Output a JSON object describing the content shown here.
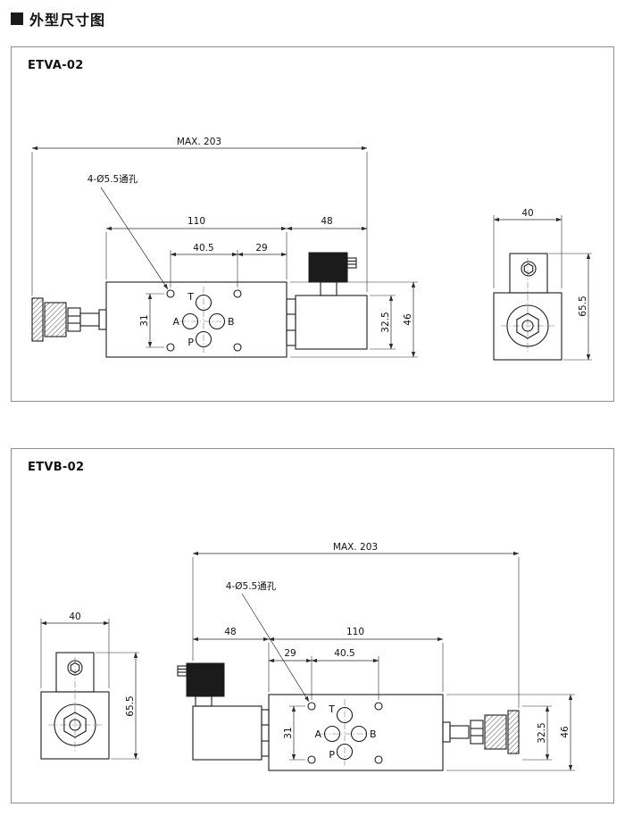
{
  "header": {
    "title": "外型尺寸图"
  },
  "panels": {
    "a": {
      "model": "ETVA-02",
      "dims": {
        "max_length": "MAX. 203",
        "holes_note": "4-Ø5.5通孔",
        "body_length": "110",
        "solenoid_length": "48",
        "hole_pitch_h": "40.5",
        "edge_offset": "29",
        "hole_pitch_v": "31",
        "solenoid_od": "32.5",
        "body_height": "46",
        "end_width": "40",
        "overall_height": "65.5"
      },
      "ports": {
        "t": "T",
        "a": "A",
        "b": "B",
        "p": "P"
      }
    },
    "b": {
      "model": "ETVB-02",
      "dims": {
        "max_length": "MAX. 203",
        "holes_note": "4-Ø5.5通孔",
        "body_length": "110",
        "solenoid_length": "48",
        "hole_pitch_h": "40.5",
        "edge_offset": "29",
        "hole_pitch_v": "31",
        "solenoid_od": "32.5",
        "body_height": "46",
        "end_width": "40",
        "overall_height": "65.5"
      },
      "ports": {
        "t": "T",
        "a": "A",
        "b": "B",
        "p": "P"
      }
    }
  }
}
